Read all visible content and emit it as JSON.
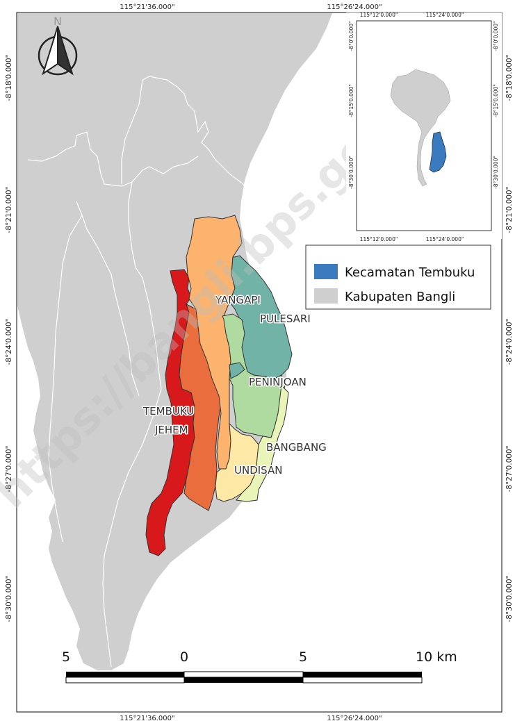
{
  "map": {
    "north_label": "N",
    "top_coords": [
      "115°21'36.000\"",
      "115°26'24.000\""
    ],
    "bottom_coords": [
      "115°21'36.000\"",
      "115°26'24.000\""
    ],
    "left_coords": [
      "-8°18'0.000\"",
      "-8°21'0.000\"",
      "-8°24'0.000\"",
      "-8°27'0.000\"",
      "-8°30'0.000\""
    ],
    "right_coords": [
      "-8°18'0.000\"",
      "-8°21'0.000\"",
      "-8°24'0.000\"",
      "-8°27'0.000\"",
      "-8°30'0.000\""
    ],
    "villages": [
      {
        "name": "YANGAPI",
        "color": "#fbb36e"
      },
      {
        "name": "PULESARI",
        "color": "#72b3a8"
      },
      {
        "name": "PENINJOAN",
        "color": "#b0dba0"
      },
      {
        "name": "TEMBUKU",
        "color": "#d7191c"
      },
      {
        "name": "JEHEM",
        "color": "#ea6d3d"
      },
      {
        "name": "BANGBANG",
        "color": "#e9f4b8"
      },
      {
        "name": "UNDISAN",
        "color": "#fde8a6"
      }
    ],
    "watermark": "https://bangli.bps.go.id"
  },
  "inset": {
    "top_coords": [
      "115°12'0.000\"",
      "115°24'0.000\""
    ],
    "bottom_coords": [
      "115°12'0.000\"",
      "115°24'0.000\""
    ],
    "left_coords": [
      "-8°0'0.000\"",
      "-8°15'0.000\"",
      "-8°30'0.000\""
    ],
    "right_coords": [
      "-8°0'0.000\"",
      "-8°15'0.000\"",
      "-8°30'0.000\""
    ]
  },
  "legend": {
    "items": [
      {
        "label": "Kecamatan Tembuku",
        "color": "#3a7bbf"
      },
      {
        "label": "Kabupaten Bangli",
        "color": "#cfcfcf"
      }
    ]
  },
  "scalebar": {
    "labels": [
      "5",
      "0",
      "5",
      "10 km"
    ]
  },
  "colors": {
    "land": "#cfcfcf",
    "frame": "#333333"
  }
}
